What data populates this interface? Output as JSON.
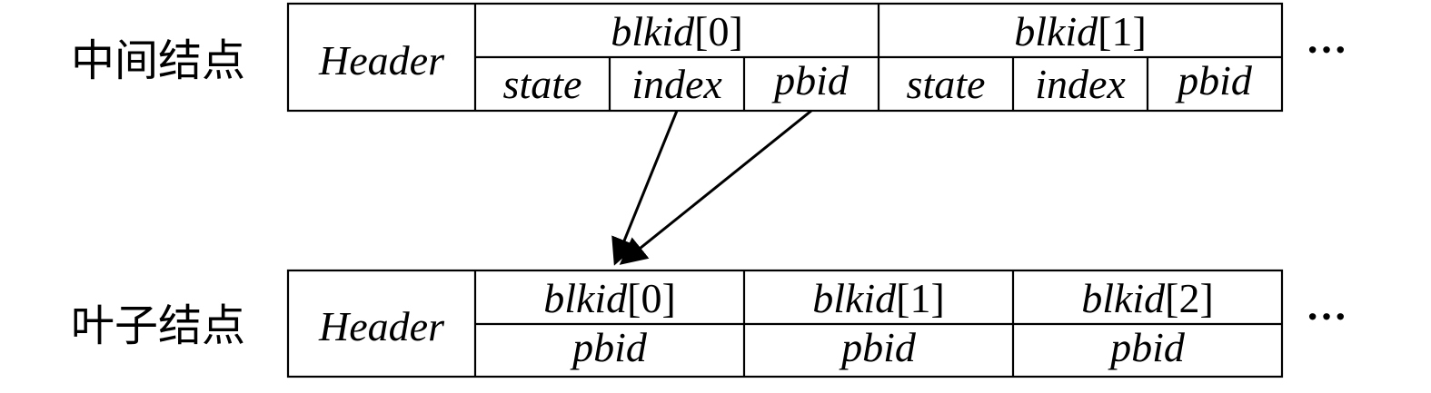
{
  "internal_node": {
    "label": "中间结点",
    "header": "Header",
    "blocks": [
      {
        "name": "blkid",
        "index": "[0]",
        "fields": [
          "state",
          "index",
          "pbid"
        ]
      },
      {
        "name": "blkid",
        "index": "[1]",
        "fields": [
          "state",
          "index",
          "pbid"
        ]
      }
    ],
    "ellipsis": "···"
  },
  "leaf_node": {
    "label": "叶子结点",
    "header": "Header",
    "blocks": [
      {
        "name": "blkid",
        "index": "[0]",
        "field": "pbid"
      },
      {
        "name": "blkid",
        "index": "[1]",
        "field": "pbid"
      },
      {
        "name": "blkid",
        "index": "[2]",
        "field": "pbid"
      }
    ],
    "ellipsis": "···"
  },
  "arrows": [
    {
      "from": "internal_node.blocks.0.fields.1",
      "to": "leaf_node.blocks.0"
    },
    {
      "from": "internal_node.blocks.0.fields.2",
      "to": "leaf_node.blocks.0"
    }
  ]
}
